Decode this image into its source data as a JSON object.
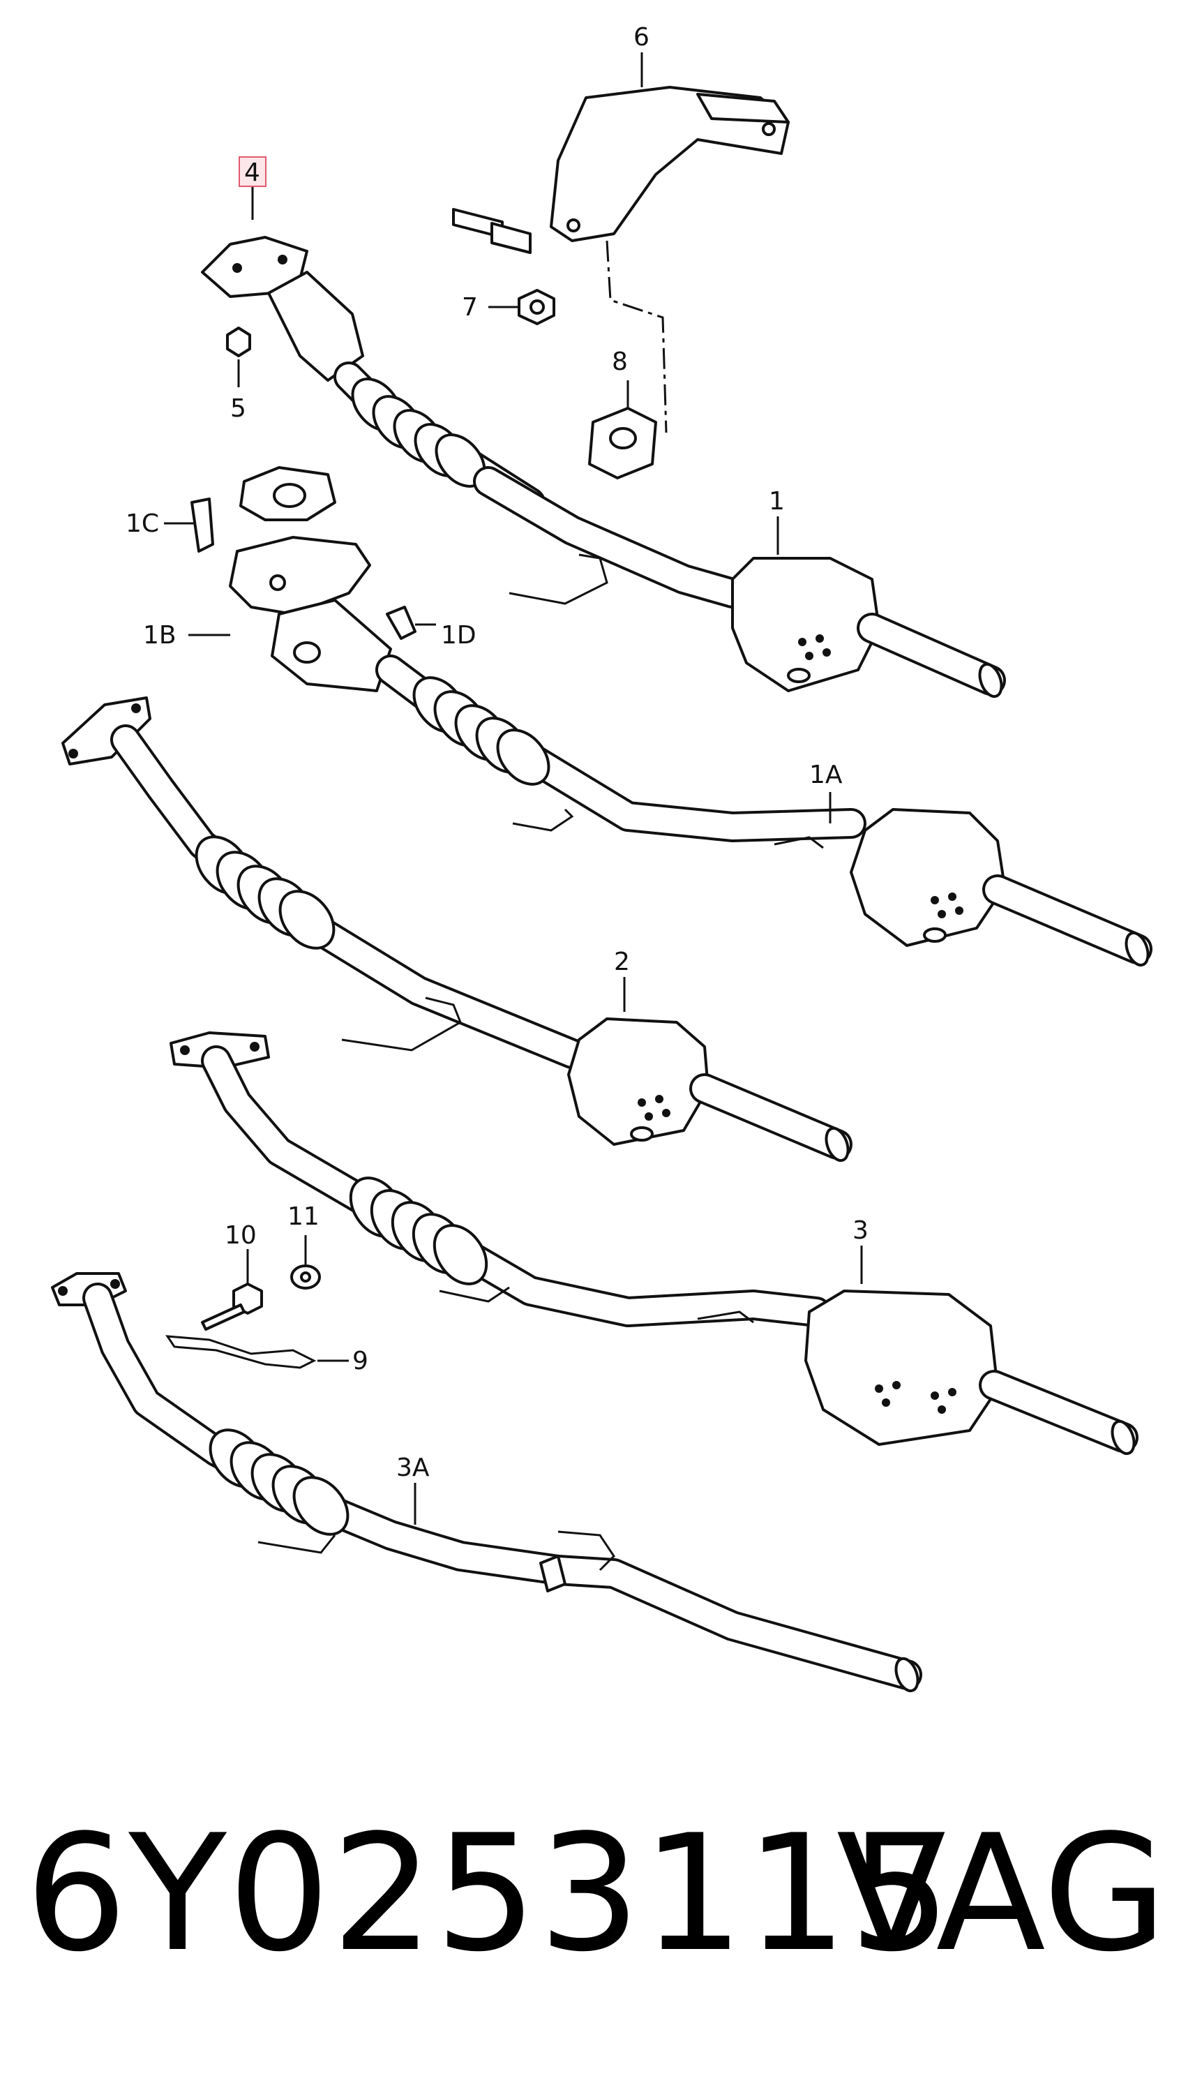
{
  "callouts": {
    "c1": "1",
    "c1A": "1A",
    "c1B": "1B",
    "c1C": "1C",
    "c1D": "1D",
    "c2": "2",
    "c3": "3",
    "c3A": "3A",
    "c4": "4",
    "c5": "5",
    "c6": "6",
    "c7": "7",
    "c8": "8",
    "c9": "9",
    "c10": "10",
    "c11": "11"
  },
  "highlight_color": "#e05a6a",
  "footer": {
    "part_number": "6Y0253115",
    "brand": "VAG"
  }
}
